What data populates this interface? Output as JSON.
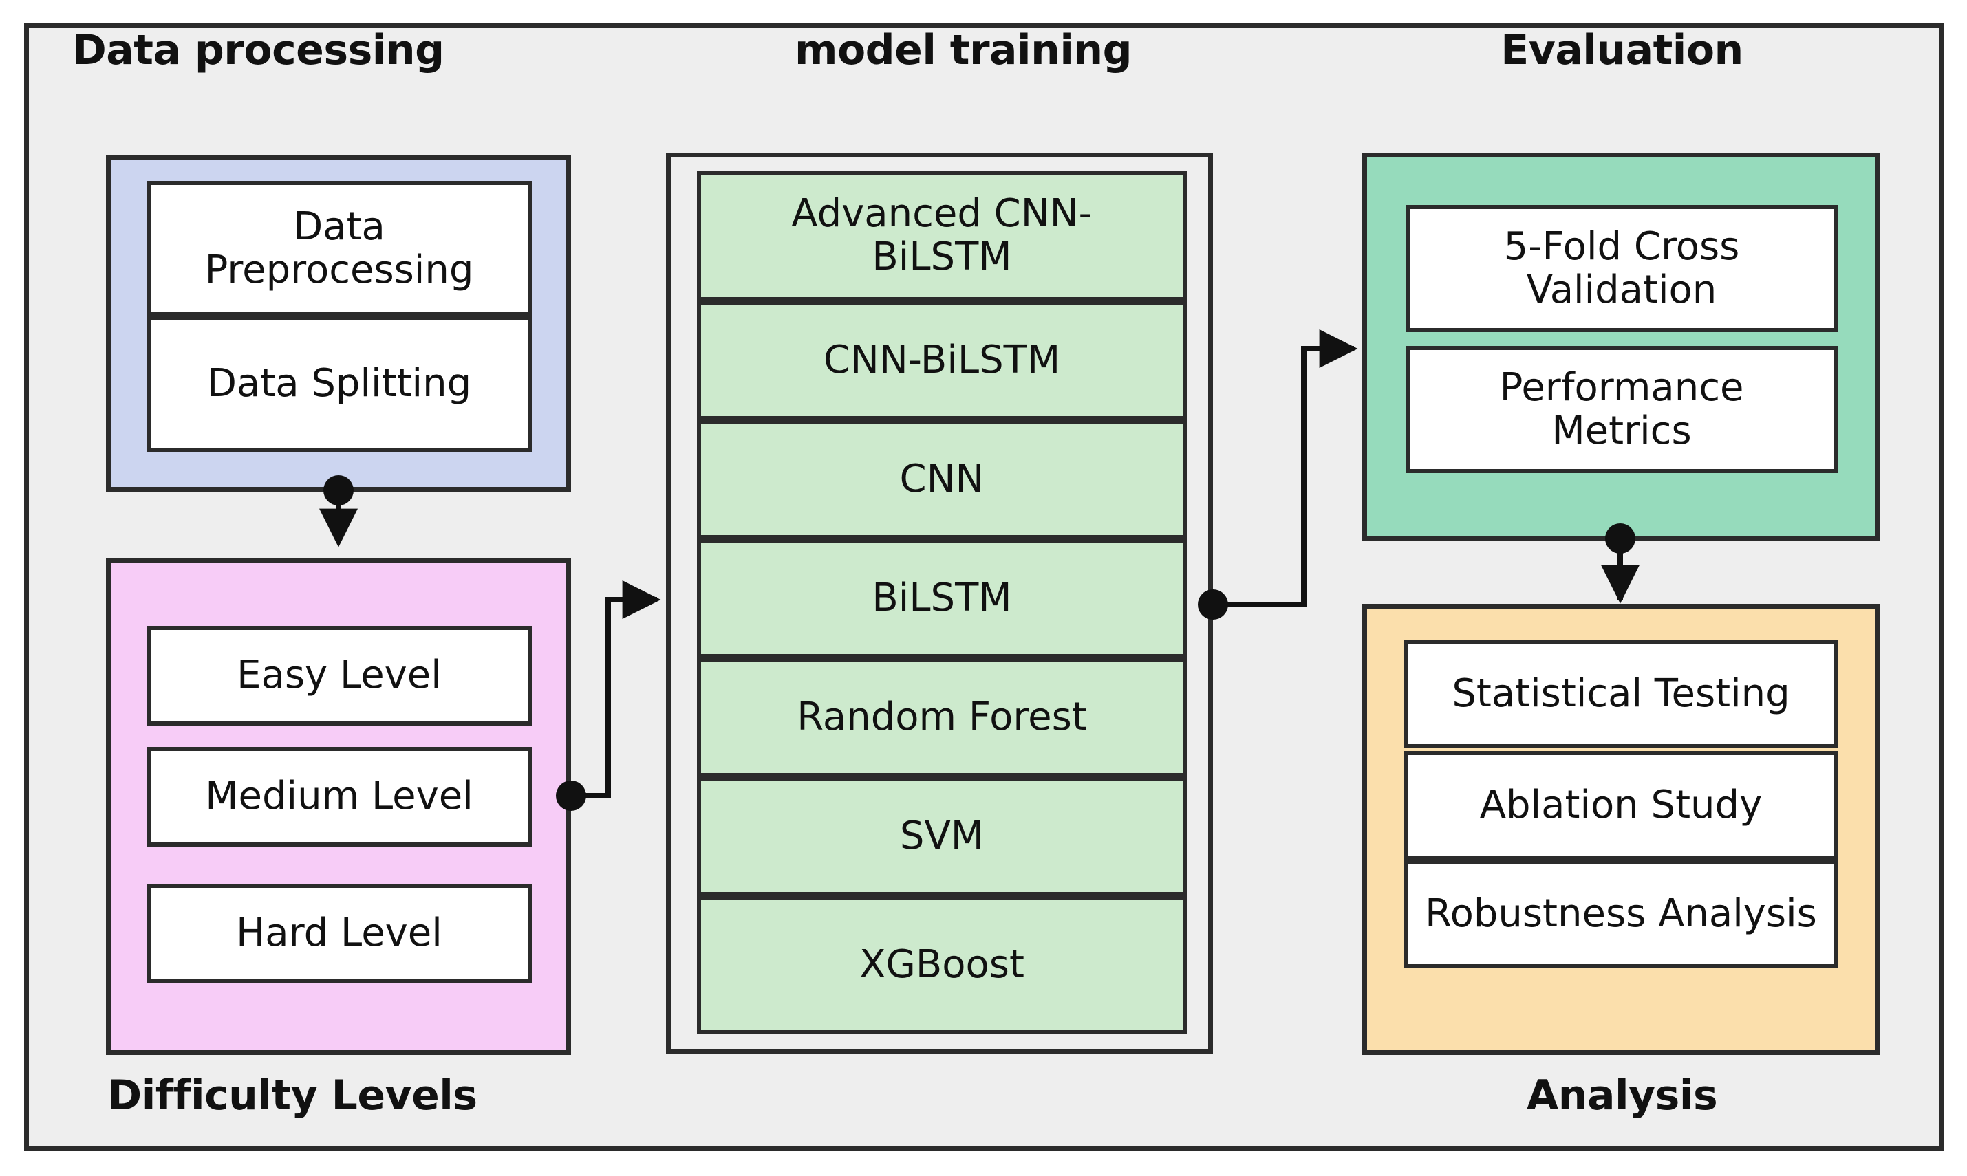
{
  "diagram": {
    "title_bar_color": "#2b2b2b",
    "background": "#eeeeee",
    "columns": {
      "left_top_label": "Data processing",
      "left_bottom_label": "Difficulty Levels",
      "center_label": "model training",
      "right_top_label": "Evaluation",
      "right_bottom_label": "Analysis"
    },
    "groups": {
      "data_processing": {
        "name": "Data processing",
        "fill": "#ccd5f0",
        "nodes": [
          {
            "label": "Data\nPreprocessing",
            "line1": "Data",
            "line2": "Preprocessing"
          },
          {
            "label": "Data Splitting",
            "line1": "Data Splitting",
            "line2": ""
          }
        ]
      },
      "difficulty_levels": {
        "name": "Difficulty Levels",
        "fill": "#f7ccf7",
        "nodes": [
          {
            "label": "Easy Level"
          },
          {
            "label": "Medium Level"
          },
          {
            "label": "Hard Level"
          }
        ]
      },
      "model_training": {
        "name": "model training",
        "fill": "#cdeacd",
        "nodes": [
          {
            "label": "Advanced CNN-BiLSTM",
            "line1": "Advanced CNN-",
            "line2": "BiLSTM"
          },
          {
            "label": "CNN-BiLSTM"
          },
          {
            "label": "CNN"
          },
          {
            "label": "BiLSTM"
          },
          {
            "label": "Random Forest"
          },
          {
            "label": "SVM"
          },
          {
            "label": "XGBoost"
          }
        ]
      },
      "evaluation": {
        "name": "Evaluation",
        "fill": "#96dbbc",
        "nodes": [
          {
            "label": "5-Fold Cross Validation",
            "line1": "5-Fold Cross",
            "line2": "Validation"
          },
          {
            "label": "Performance Metrics",
            "line1": "Performance",
            "line2": "Metrics"
          }
        ]
      },
      "analysis": {
        "name": "Analysis",
        "fill": "#fbdfac",
        "nodes": [
          {
            "label": "Statistical Testing"
          },
          {
            "label": "Ablation Study"
          },
          {
            "label": "Robustness Analysis"
          }
        ]
      }
    },
    "connectors": [
      {
        "name": "data-processing-to-difficulty",
        "style": "dot-to-arrow-vertical"
      },
      {
        "name": "difficulty-to-model-training",
        "style": "dot-elbow-arrow-right"
      },
      {
        "name": "model-training-to-evaluation",
        "style": "dot-elbow-arrow-right"
      },
      {
        "name": "evaluation-to-analysis",
        "style": "dot-to-arrow-vertical"
      }
    ]
  }
}
